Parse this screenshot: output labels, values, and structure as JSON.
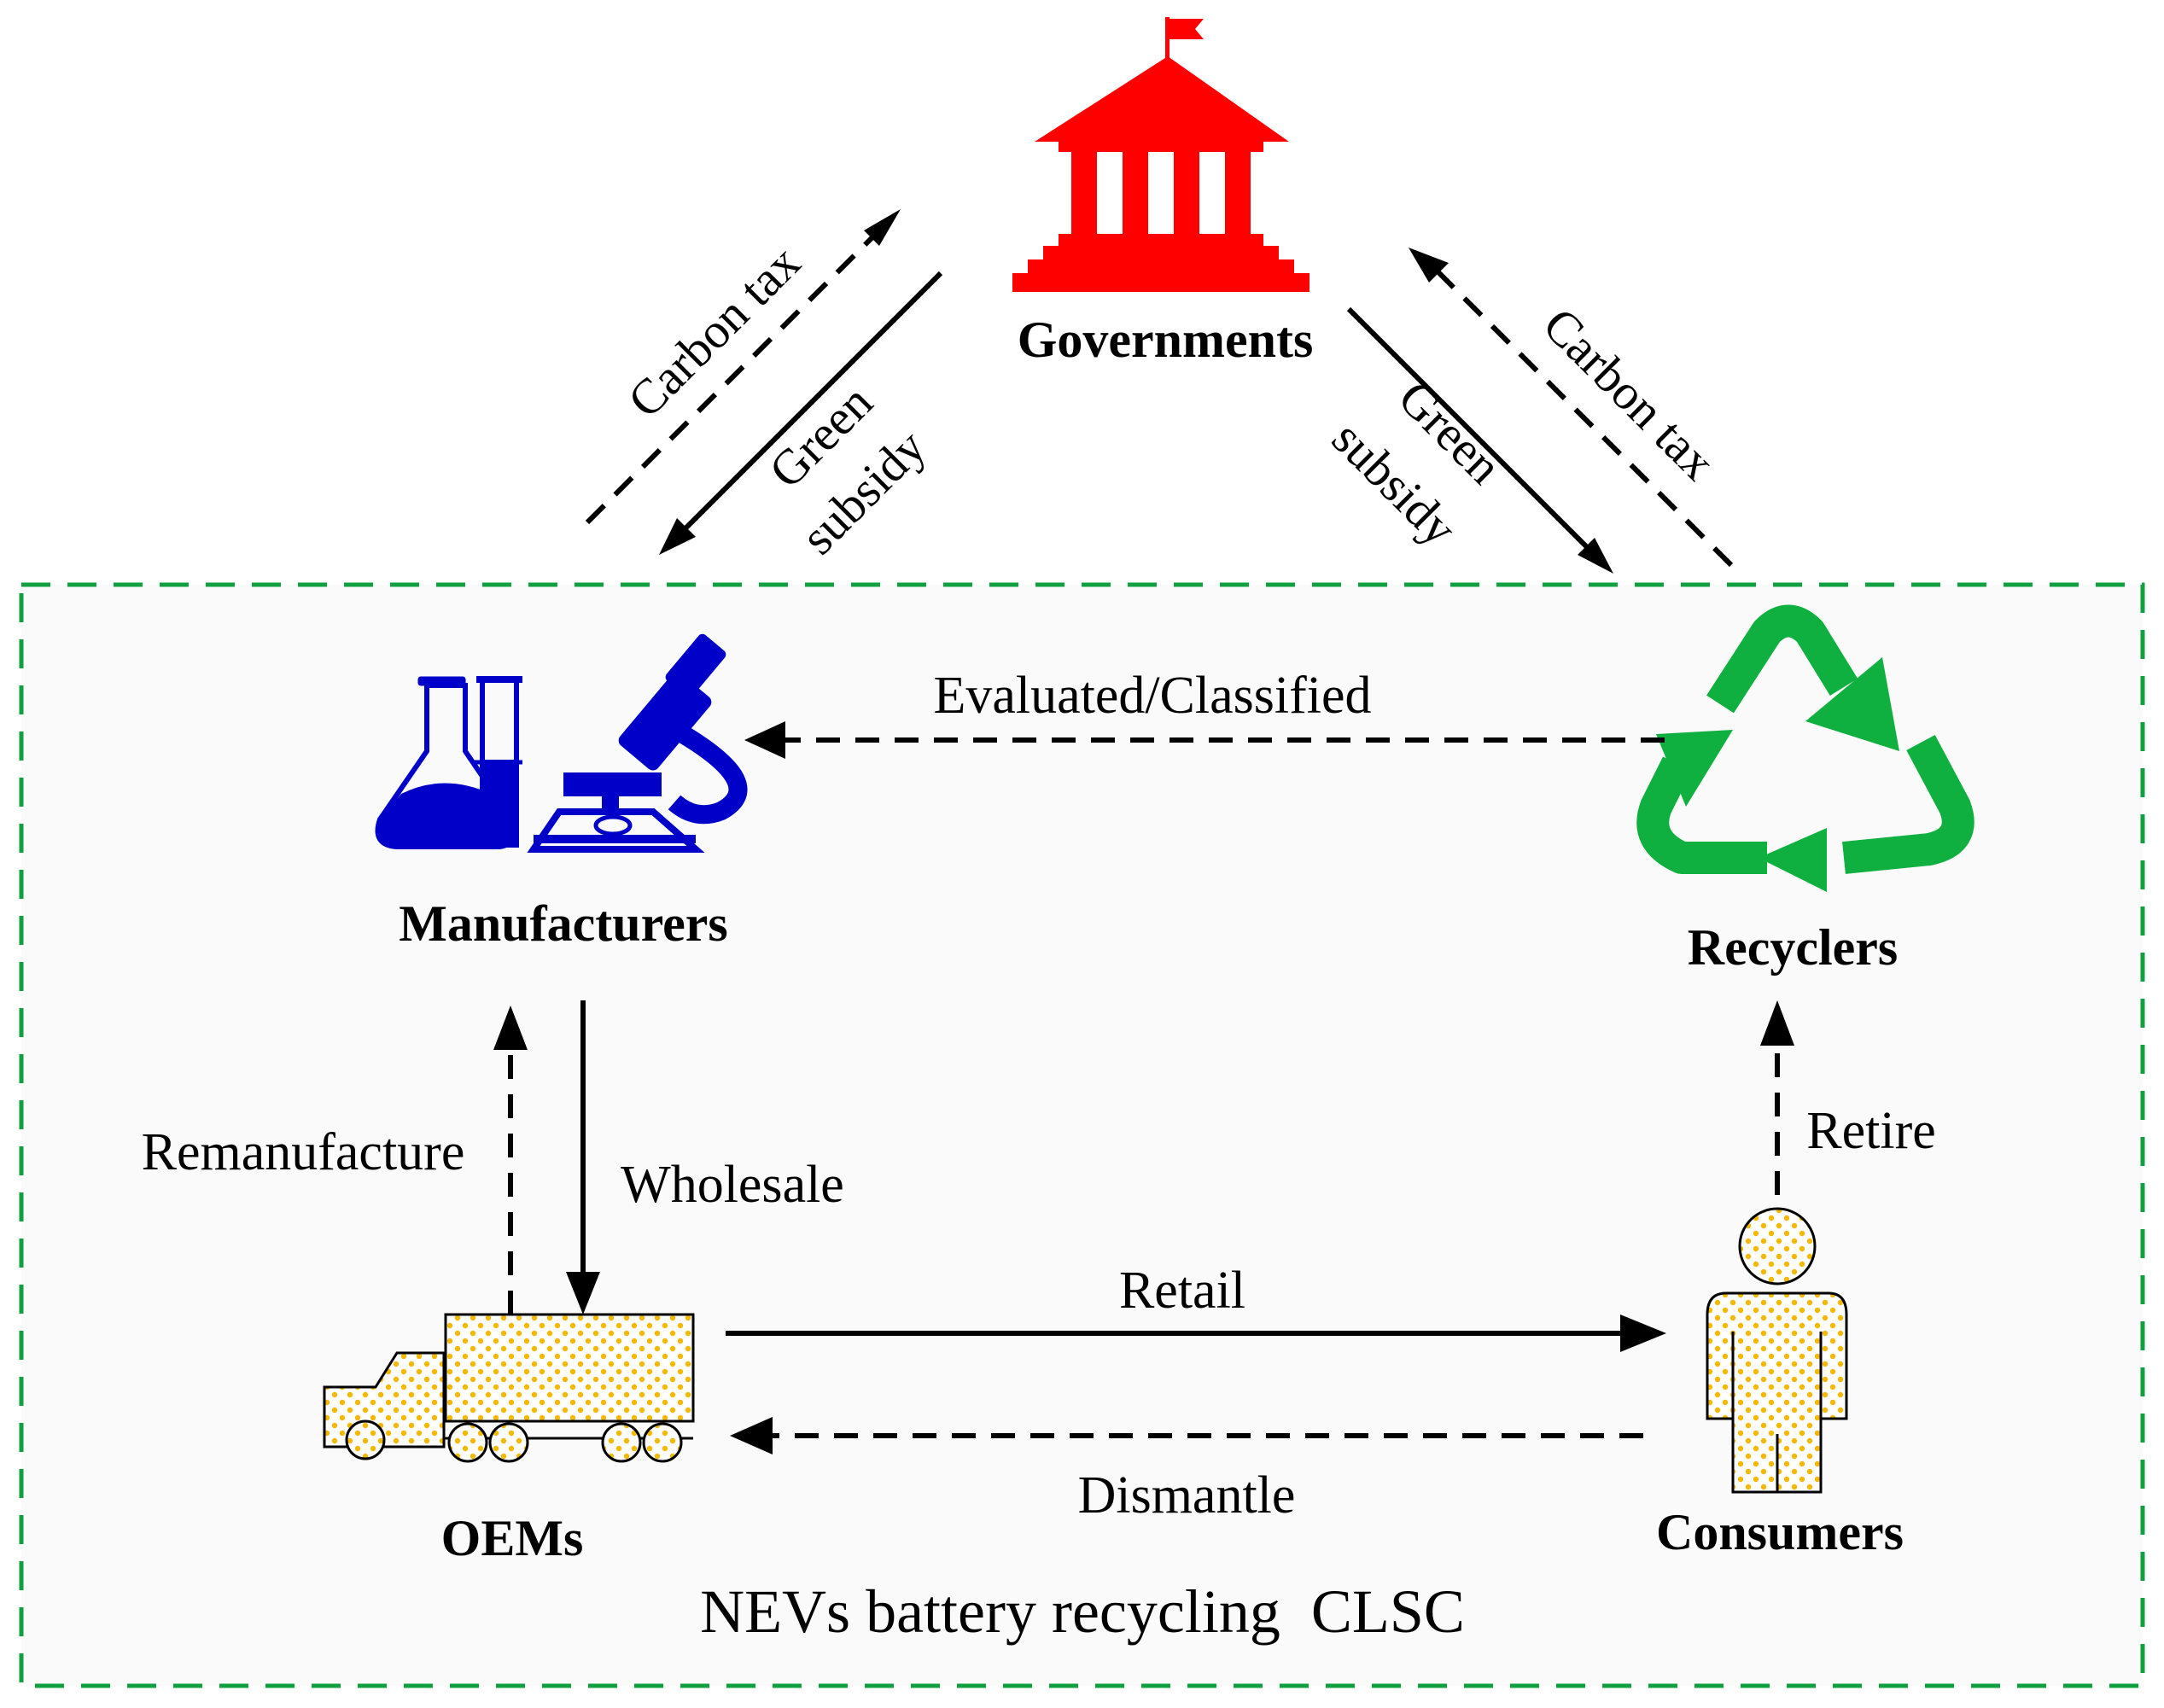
{
  "title": "NEVs battery recycling  CLSC",
  "nodes": {
    "governments": {
      "label": "Governments",
      "icon": "government-building-icon",
      "color": "#ff0000"
    },
    "manufacturers": {
      "label": "Manufacturers",
      "icon": "lab-flask-microscope-icon",
      "color": "#0000c8"
    },
    "recyclers": {
      "label": "Recyclers",
      "icon": "recycle-icon",
      "color": "#10b040"
    },
    "oems": {
      "label": "OEMs",
      "icon": "truck-icon",
      "color": "#f5b800"
    },
    "consumers": {
      "label": "Consumers",
      "icon": "person-icon",
      "color": "#f5b800"
    }
  },
  "flows": {
    "carbon_tax_left": "Carbon tax",
    "green_subsidy_left_1": "Green",
    "green_subsidy_left_2": "subsidy",
    "green_subsidy_right_1": "Green",
    "green_subsidy_right_2": "subsidy",
    "carbon_tax_right": "Carbon tax",
    "evaluated": "Evaluated/Classified",
    "remanufacture": "Remanufacture",
    "wholesale": "Wholesale",
    "retail": "Retail",
    "dismantle": "Dismantle",
    "retire": "Retire"
  },
  "colors": {
    "boundary": "#10a040",
    "boundary_fill": "#fafafa",
    "government": "#ff0000",
    "manufacturer": "#0000c8",
    "recycler": "#10b040",
    "dots": "#f5b800"
  }
}
